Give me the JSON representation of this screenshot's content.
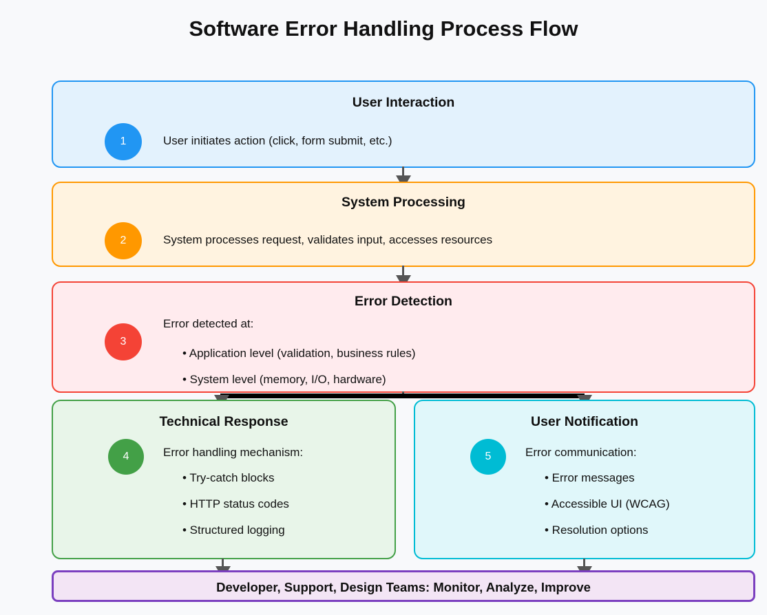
{
  "title": "Software Error Handling Process Flow",
  "colors": {
    "page_background": "#f8f9fb",
    "blue": "#2196f3",
    "orange": "#ff9800",
    "red": "#f44336",
    "green": "#43a047",
    "cyan": "#00bcd4",
    "purple": "#7b3fbf",
    "connector": "#555555",
    "branch_bar": "#000000"
  },
  "stages": [
    {
      "id": "user-interaction",
      "number": "1",
      "title": "User Interaction",
      "lead": "User initiates action (click, form submit, etc.)",
      "bullets": [],
      "fill": "#e3f2fd",
      "stroke": "#2196f3",
      "badge_color": "#2196f3"
    },
    {
      "id": "system-processing",
      "number": "2",
      "title": "System Processing",
      "lead": "System processes request, validates input, accesses resources",
      "bullets": [],
      "fill": "#fff3e0",
      "stroke": "#ff9800",
      "badge_color": "#ff9800"
    },
    {
      "id": "error-detection",
      "number": "3",
      "title": "Error Detection",
      "lead": "Error detected at:",
      "bullets": [
        "• Application level (validation, business rules)",
        "• System level (memory, I/O, hardware)"
      ],
      "fill": "#ffebee",
      "stroke": "#f44336",
      "badge_color": "#f44336"
    },
    {
      "id": "technical-response",
      "number": "4",
      "title": "Technical Response",
      "lead": "Error handling mechanism:",
      "bullets": [
        "• Try-catch blocks",
        "• HTTP status codes",
        "• Structured logging"
      ],
      "fill": "#e8f5e9",
      "stroke": "#43a047",
      "badge_color": "#43a047"
    },
    {
      "id": "user-notification",
      "number": "5",
      "title": "User Notification",
      "lead": "Error communication:",
      "bullets": [
        "• Error messages",
        "• Accessible UI (WCAG)",
        "• Resolution options"
      ],
      "fill": "#e0f7fa",
      "stroke": "#00bcd4",
      "badge_color": "#00bcd4"
    }
  ],
  "footer": {
    "id": "teams",
    "label": "Developer, Support, Design Teams: Monitor, Analyze, Improve",
    "fill": "#f3e5f5",
    "stroke": "#7b3fbf"
  }
}
